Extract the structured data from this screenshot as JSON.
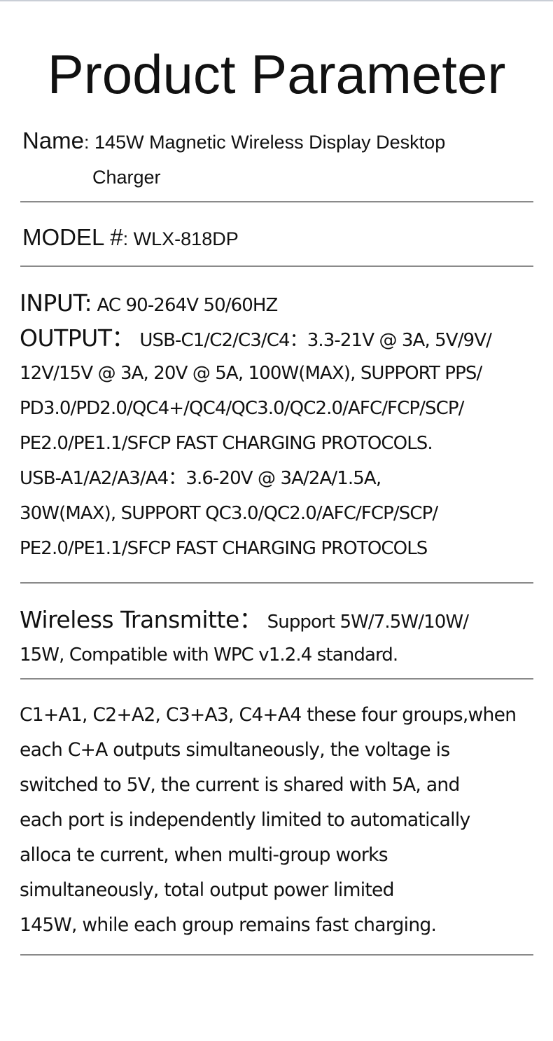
{
  "title": "Product Parameter",
  "name": {
    "label": "Name",
    "value_line1": ": 145W Magnetic Wireless Display Desktop",
    "value_line2": "Charger"
  },
  "model": {
    "label": "MODEL #",
    "value": ": WLX-818DP"
  },
  "input": {
    "label": "INPUT:",
    "value": " AC 90-264V 50/60HZ"
  },
  "output": {
    "label": "OUTPUT：",
    "first_line_value": " USB-C1/C2/C3/C4：3.3-21V @ 3A, 5V/9V/",
    "lines": [
      "12V/15V @ 3A, 20V @ 5A, 100W(MAX), SUPPORT PPS/",
      "PD3.0/PD2.0/QC4+/QC4/QC3.0/QC2.0/AFC/FCP/SCP/",
      "PE2.0/PE1.1/SFCP FAST CHARGING PROTOCOLS.",
      "USB-A1/A2/A3/A4：3.6-20V @ 3A/2A/1.5A,",
      "30W(MAX), SUPPORT QC3.0/QC2.0/AFC/FCP/SCP/",
      "PE2.0/PE1.1/SFCP FAST CHARGING PROTOCOLS"
    ]
  },
  "wireless": {
    "label": "Wireless Transmitte：",
    "first_line_value": " Support 5W/7.5W/10W/",
    "line2": "15W, Compatible with WPC v1.2.4 standard."
  },
  "note": {
    "lines": [
      "C1+A1, C2+A2, C3+A3, C4+A4 these four groups,when",
      "each C+A outputs simultaneously, the voltage is",
      "switched to 5V, the current is shared with 5A, and",
      "each port is independently limited to automatically",
      "alloca te current, when multi-group works",
      "simultaneously, total output power limited",
      "145W, while each group remains fast charging."
    ]
  }
}
